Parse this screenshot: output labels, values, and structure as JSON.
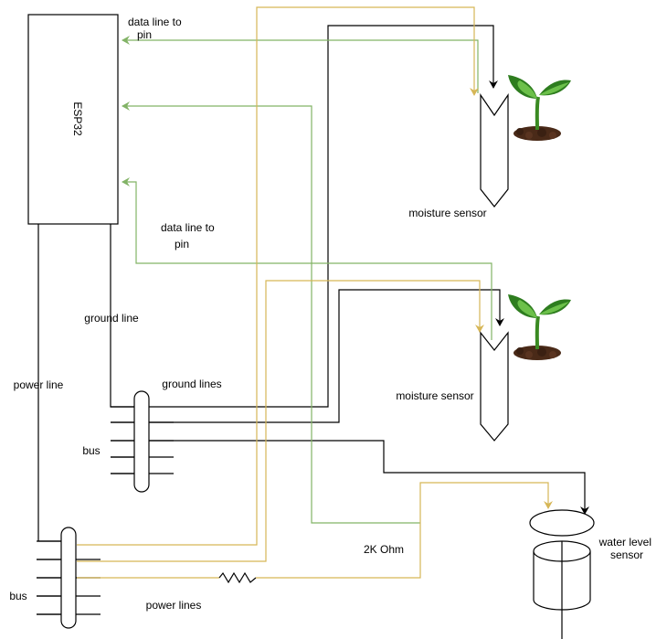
{
  "labels": {
    "esp32": "ESP32",
    "data_line_1": [
      "data line to",
      "pin"
    ],
    "data_line_2": [
      "data line to",
      "pin"
    ],
    "moisture_sensor_1": "moisture sensor",
    "moisture_sensor_2": "moisture sensor",
    "ground_line": "ground line",
    "power_line": "power line",
    "ground_lines": "ground lines",
    "bus_upper": "bus",
    "bus_lower": "bus",
    "power_lines": "power lines",
    "resistor": "2K Ohm",
    "water_level_sensor": [
      "water level",
      "sensor"
    ]
  },
  "colors": {
    "ground_wire": "#000000",
    "data_wire": "#82b366",
    "power_wire": "#d6b656",
    "leaf_dark": "#2e7d1f",
    "leaf_light": "#6cc04a",
    "soil": "#4a2a18"
  },
  "icons": {
    "plant_1": "seedling-icon",
    "plant_2": "seedling-icon"
  }
}
